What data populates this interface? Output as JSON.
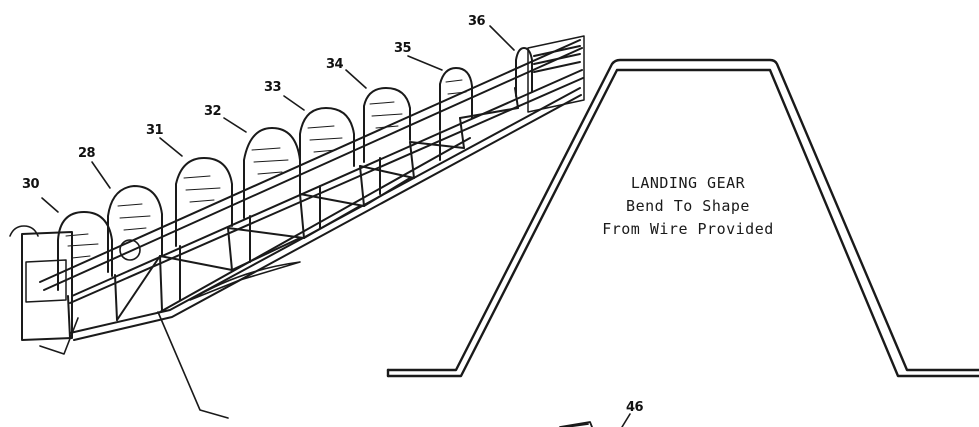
{
  "callouts": {
    "part_30": "30",
    "part_28": "28",
    "part_31": "31",
    "part_32": "32",
    "part_33": "33",
    "part_34": "34",
    "part_35": "35",
    "part_36": "36",
    "part_46": "46"
  },
  "landing_gear": {
    "line1": "LANDING GEAR",
    "line2": "Bend To Shape",
    "line3": "From Wire Provided"
  }
}
